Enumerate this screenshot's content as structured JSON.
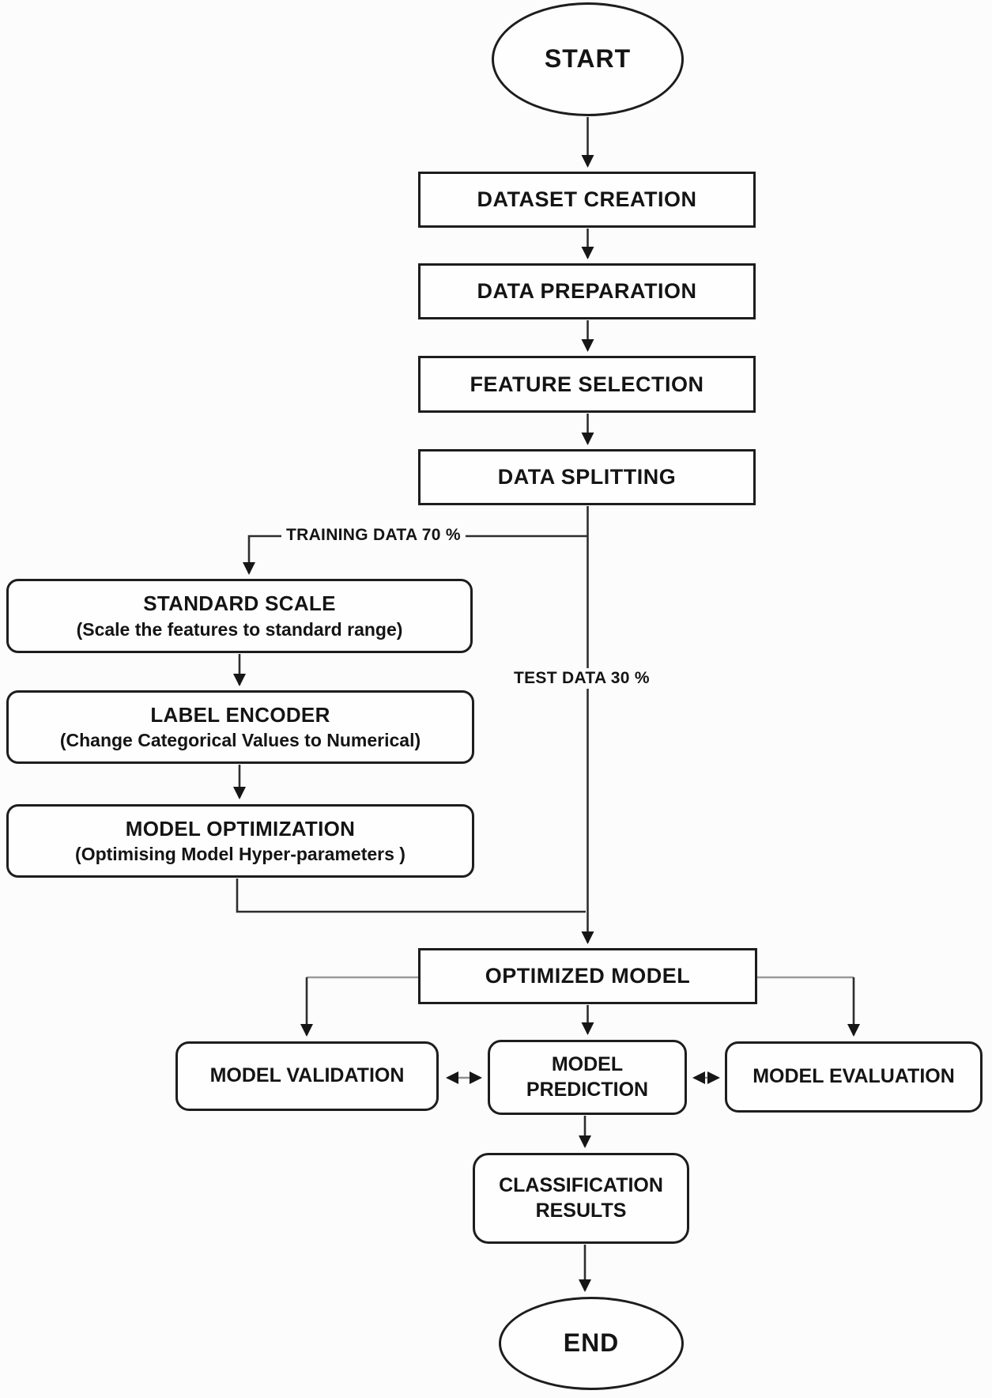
{
  "nodes": {
    "start": {
      "label": "START"
    },
    "dataset_creation": {
      "label": "DATASET CREATION"
    },
    "data_preparation": {
      "label": "DATA PREPARATION"
    },
    "feature_selection": {
      "label": "FEATURE SELECTION"
    },
    "data_splitting": {
      "label": "DATA SPLITTING"
    },
    "standard_scale": {
      "title": "STANDARD SCALE",
      "subtitle": "(Scale the features to standard range)"
    },
    "label_encoder": {
      "title": "LABEL ENCODER",
      "subtitle": "(Change Categorical Values to Numerical)"
    },
    "model_optimization": {
      "title": "MODEL OPTIMIZATION",
      "subtitle": "(Optimising Model Hyper-parameters )"
    },
    "optimized_model": {
      "label": "OPTIMIZED MODEL"
    },
    "model_validation": {
      "label": "MODEL VALIDATION"
    },
    "model_prediction": {
      "label": "MODEL PREDICTION"
    },
    "model_evaluation": {
      "label": "MODEL EVALUATION"
    },
    "classification_results": {
      "label": "CLASSIFICATION RESULTS"
    },
    "end": {
      "label": "END"
    }
  },
  "edge_labels": {
    "training_split": "TRAINING DATA 70 %",
    "test_split": "TEST DATA 30 %"
  },
  "colors": {
    "background": "#fcfcfc",
    "node_fill": "#fefefe",
    "border": "#1d1d1d",
    "text": "#141414",
    "connector": "#2e2e2e",
    "connector_light": "#9a9a9a"
  }
}
